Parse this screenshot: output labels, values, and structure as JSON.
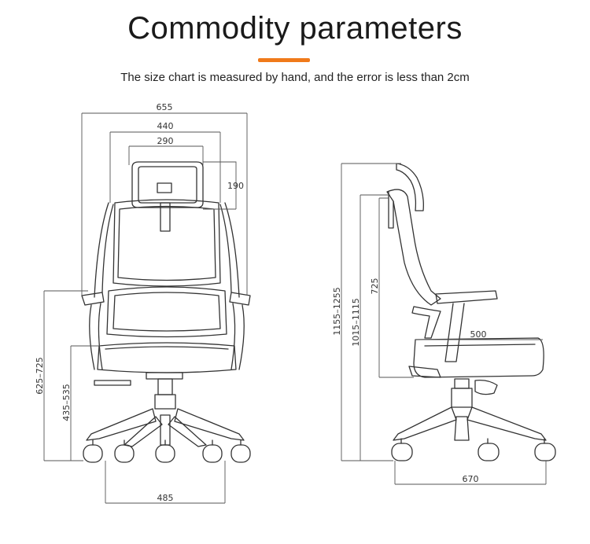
{
  "title": "Commodity parameters",
  "subtitle": "The size chart is measured by hand, and the error is less than 2cm",
  "front_view": {
    "dims": {
      "overall_width": "655",
      "back_width": "440",
      "headrest_width": "290",
      "headrest_height": "190",
      "armrest_height": "625–725",
      "seat_height": "435–535",
      "base_width": "485"
    }
  },
  "side_view": {
    "dims": {
      "overall_height": "1155–1255",
      "back_top_height": "1015–1115",
      "backrest_height": "725",
      "seat_depth": "500",
      "base_depth": "670"
    }
  },
  "colors": {
    "accent": "#f07a1a",
    "line": "#333333"
  }
}
